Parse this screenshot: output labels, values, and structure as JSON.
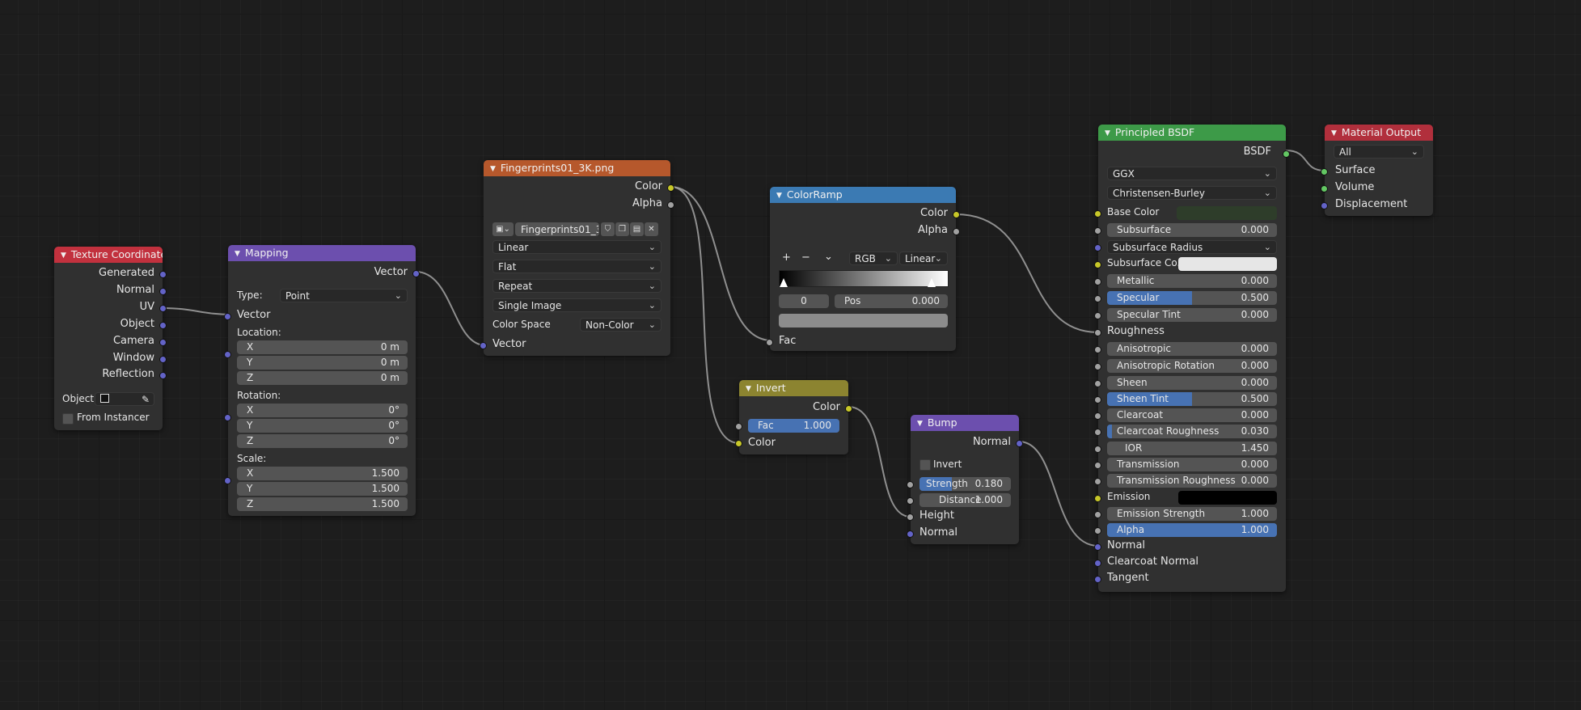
{
  "nodes": {
    "texcoord": {
      "title": "Texture Coordinate",
      "header_color": "#c2313e",
      "outputs": [
        "Generated",
        "Normal",
        "UV",
        "Object",
        "Camera",
        "Window",
        "Reflection"
      ],
      "object_label": "Object:",
      "from_instancer": "From Instancer"
    },
    "mapping": {
      "title": "Mapping",
      "header_color": "#6c4fae",
      "output": "Vector",
      "type_label": "Type:",
      "type_value": "Point",
      "vector_input": "Vector",
      "location_label": "Location:",
      "location": [
        {
          "axis": "X",
          "value": "0 m"
        },
        {
          "axis": "Y",
          "value": "0 m"
        },
        {
          "axis": "Z",
          "value": "0 m"
        }
      ],
      "rotation_label": "Rotation:",
      "rotation": [
        {
          "axis": "X",
          "value": "0°"
        },
        {
          "axis": "Y",
          "value": "0°"
        },
        {
          "axis": "Z",
          "value": "0°"
        }
      ],
      "scale_label": "Scale:",
      "scale": [
        {
          "axis": "X",
          "value": "1.500"
        },
        {
          "axis": "Y",
          "value": "1.500"
        },
        {
          "axis": "Z",
          "value": "1.500"
        }
      ]
    },
    "image": {
      "title": "Fingerprints01_3K.png",
      "header_color": "#b6582c",
      "out_color": "Color",
      "out_alpha": "Alpha",
      "image_name": "Fingerprints01_3...",
      "interpolation": "Linear",
      "projection": "Flat",
      "extension": "Repeat",
      "source": "Single Image",
      "colorspace_label": "Color Space",
      "colorspace_value": "Non-Color",
      "vector_input": "Vector"
    },
    "colorramp": {
      "title": "ColorRamp",
      "header_color": "#3b7ab3",
      "out_color": "Color",
      "out_alpha": "Alpha",
      "add": "+",
      "remove": "−",
      "color_mode": "RGB",
      "interpolation": "Linear",
      "stop_index": "0",
      "pos_label": "Pos",
      "pos_value": "0.000",
      "fac_input": "Fac"
    },
    "invert": {
      "title": "Invert",
      "header_color": "#8c8430",
      "output": "Color",
      "fac_label": "Fac",
      "fac_value": "1.000",
      "fac_fill": 1.0,
      "color_input": "Color"
    },
    "bump": {
      "title": "Bump",
      "header_color": "#6c4fae",
      "output": "Normal",
      "invert_label": "Invert",
      "strength_label": "Strength",
      "strength_value": "0.180",
      "strength_fill": 0.18,
      "distance_label": "Distance",
      "distance_value": "1.000",
      "height_input": "Height",
      "normal_input": "Normal"
    },
    "bsdf": {
      "title": "Principled BSDF",
      "header_color": "#3d9a48",
      "output": "BSDF",
      "distribution": "GGX",
      "subsurface_method": "Christensen-Burley",
      "base_color_label": "Base Color",
      "base_color": "#2e3d2a",
      "subsurface_label": "Subsurface",
      "subsurface_value": "0.000",
      "subsurface_radius": "Subsurface Radius",
      "subsurface_color_label": "Subsurface Co...",
      "subsurface_color": "#e6e6e6",
      "metallic_label": "Metallic",
      "metallic_value": "0.000",
      "specular_label": "Specular",
      "specular_value": "0.500",
      "specular_fill": 0.5,
      "specular_tint_label": "Specular Tint",
      "specular_tint_value": "0.000",
      "roughness_label": "Roughness",
      "anisotropic_label": "Anisotropic",
      "anisotropic_value": "0.000",
      "aniso_rot_label": "Anisotropic Rotation",
      "aniso_rot_value": "0.000",
      "sheen_label": "Sheen",
      "sheen_value": "0.000",
      "sheen_tint_label": "Sheen Tint",
      "sheen_tint_value": "0.500",
      "sheen_tint_fill": 0.5,
      "clearcoat_label": "Clearcoat",
      "clearcoat_value": "0.000",
      "clearcoat_rough_label": "Clearcoat Roughness",
      "clearcoat_rough_value": "0.030",
      "clearcoat_rough_fill": 0.03,
      "ior_label": "IOR",
      "ior_value": "1.450",
      "transmission_label": "Transmission",
      "transmission_value": "0.000",
      "trans_rough_label": "Transmission Roughness",
      "trans_rough_value": "0.000",
      "emission_label": "Emission",
      "emission_color": "#000000",
      "emission_strength_label": "Emission Strength",
      "emission_strength_value": "1.000",
      "alpha_label": "Alpha",
      "alpha_value": "1.000",
      "alpha_fill": 1.0,
      "normal_label": "Normal",
      "clearcoat_normal_label": "Clearcoat Normal",
      "tangent_label": "Tangent"
    },
    "output": {
      "title": "Material Output",
      "header_color": "#b12f3c",
      "target": "All",
      "surface": "Surface",
      "volume": "Volume",
      "displacement": "Displacement"
    }
  },
  "colors": {
    "socket_color": "#c7c729",
    "socket_float": "#a1a1a1",
    "socket_vector": "#6363c7",
    "socket_shader": "#63c763",
    "slider_fill": "#4772b3",
    "node_body": "#303030"
  }
}
